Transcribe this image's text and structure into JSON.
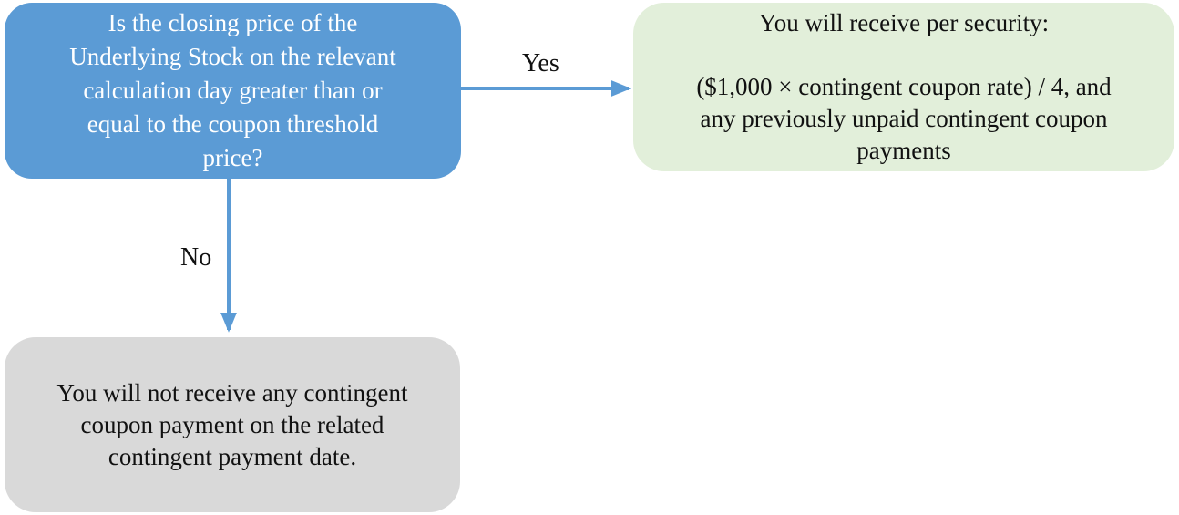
{
  "diagram": {
    "type": "flowchart",
    "decision": {
      "lines": [
        "Is the closing price of the",
        "Underlying Stock on the relevant",
        "calculation day greater than or",
        "equal to the coupon threshold",
        "price?"
      ]
    },
    "yes_label": "Yes",
    "no_label": "No",
    "outcome_yes": {
      "lines": [
        "You will receive per security:",
        "",
        "($1,000 × contingent coupon rate) / 4, and",
        "any previously unpaid contingent coupon",
        "payments"
      ]
    },
    "outcome_no": {
      "lines": [
        "You will not receive any contingent",
        "coupon payment on the related",
        "contingent payment date."
      ]
    },
    "colors": {
      "question_fill": "#5B9BD5",
      "yes_fill": "#E2EFDA",
      "no_fill": "#D9D9D9",
      "arrow": "#5B9BD5",
      "question_text": "#FFFFFF",
      "result_text": "#111111",
      "label_text": "#111111"
    }
  }
}
